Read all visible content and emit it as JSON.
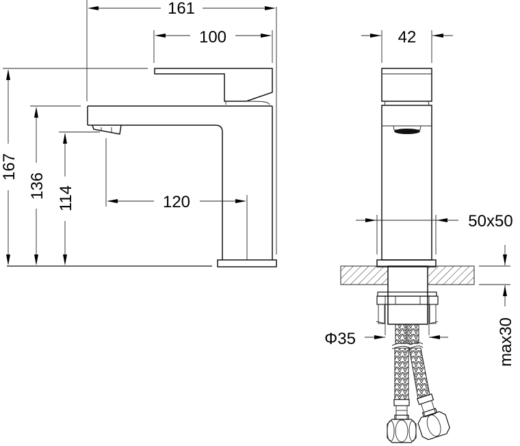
{
  "diagram": {
    "subject": "Single-lever basin faucet technical drawing",
    "views": [
      "side-view",
      "front-view"
    ],
    "side_view": {
      "dimensions": {
        "overall_width": "161",
        "handle_length": "100",
        "total_height": "167",
        "spout_top_height": "136",
        "aerator_height": "114",
        "spout_reach": "120"
      }
    },
    "front_view": {
      "dimensions": {
        "body_width": "42",
        "base_size": "50x50",
        "hole_diameter": "Φ35",
        "max_countertop_thickness": "max30"
      }
    },
    "colors": {
      "line": "#111111",
      "background": "#ffffff"
    }
  }
}
